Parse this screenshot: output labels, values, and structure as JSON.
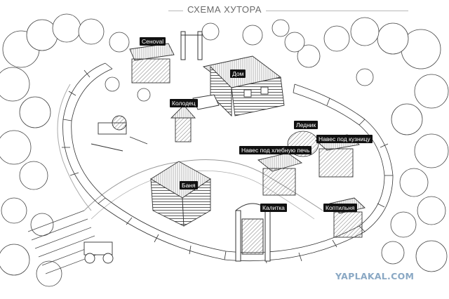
{
  "title": "СХЕМА ХУТОРА",
  "labels": {
    "senoval": "Сеноval",
    "dom": "Дом",
    "kolodets": "Колодец",
    "lednik": "Ледник",
    "naves_pech": "Навес под хлебную печь",
    "naves_kuznitsa": "Навес под кузницу",
    "banya": "Баня",
    "kalitka": "Калитка",
    "koptilnya": "Коптильня"
  },
  "watermark": "YAPLAKAL.COM",
  "colors": {
    "label_bg": "#111111",
    "label_text": "#ffffff",
    "ink": "#3a3a3a",
    "watermark": "#8aa8c4"
  }
}
